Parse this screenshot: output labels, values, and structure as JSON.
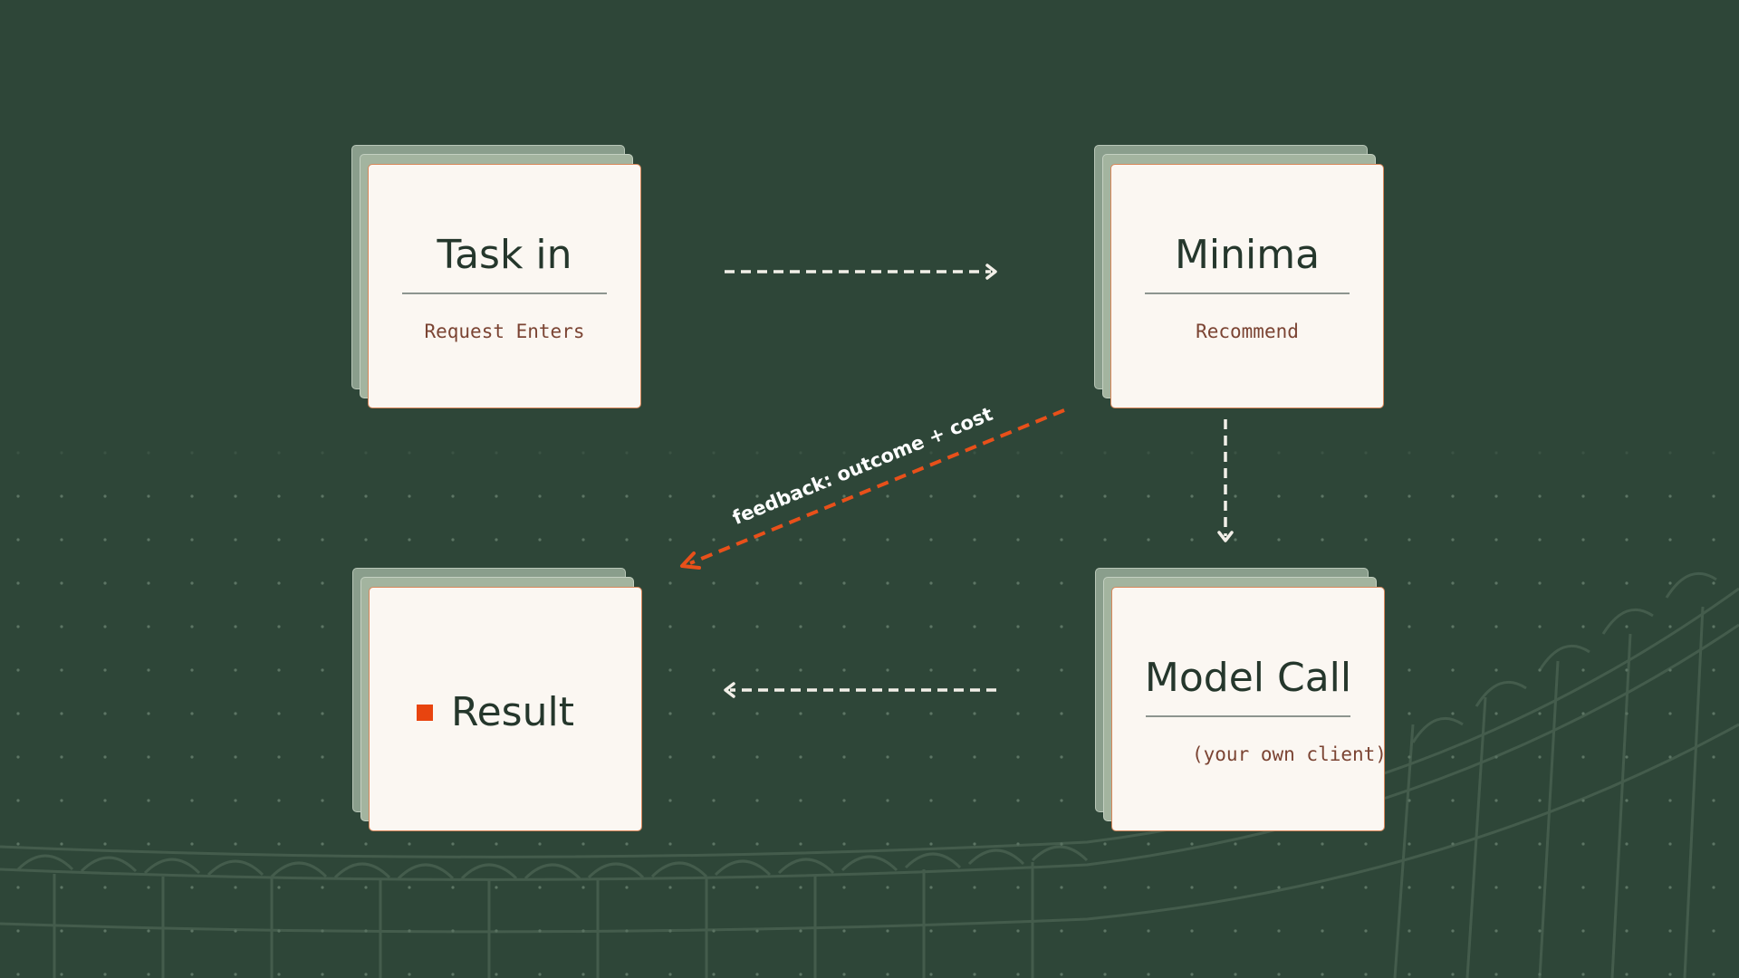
{
  "diagram": {
    "nodes": {
      "task_in": {
        "title": "Task in",
        "subtitle": "Request Enters"
      },
      "minima": {
        "title": "Minima",
        "subtitle": "Recommend"
      },
      "model_call": {
        "title": "Model Call",
        "subtitle": "(your own client)"
      },
      "result": {
        "title": "Result"
      }
    },
    "edges": {
      "feedback_label": "feedback: outcome + cost"
    }
  },
  "colors": {
    "background": "#2e4638",
    "card": "#fbf7f2",
    "accent": "#e8440f",
    "feedback_arrow": "#e8501a",
    "flow_arrow": "#f2efe8"
  }
}
